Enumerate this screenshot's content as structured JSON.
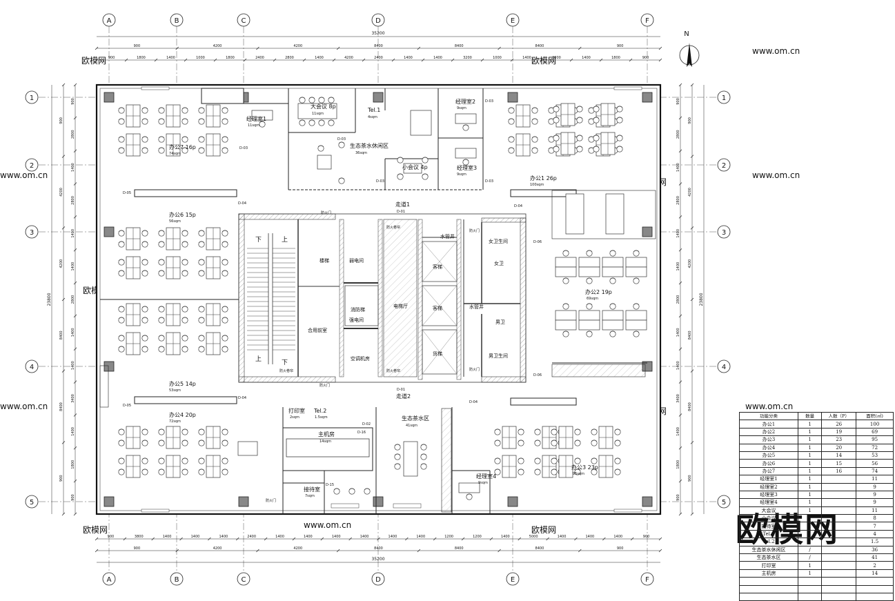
{
  "compass": {
    "label": "N"
  },
  "axes": {
    "columns": [
      "A",
      "B",
      "C",
      "D",
      "E",
      "F"
    ],
    "rows": [
      "1",
      "2",
      "3",
      "4",
      "5"
    ]
  },
  "dims": {
    "total": "35200",
    "top_level1": [
      "900",
      "4200",
      "4200",
      "8400",
      "8400",
      "8400",
      "900"
    ],
    "top_level2": [
      "900",
      "1800",
      "1400",
      "1000",
      "1800",
      "2400",
      "2800",
      "1400",
      "4200",
      "2400",
      "1400",
      "1400",
      "3200",
      "1000",
      "1400",
      "2800",
      "1400",
      "1800",
      "900"
    ],
    "bottom_level2": [
      "900",
      "3800",
      "1400",
      "1400",
      "1400",
      "2400",
      "1400",
      "1400",
      "1400",
      "1400",
      "1400",
      "1400",
      "1200",
      "1200",
      "1400",
      "5000",
      "1400",
      "1400",
      "1400",
      "900"
    ],
    "bottom_level1": [
      "900",
      "4200",
      "4200",
      "8400",
      "8400",
      "8400",
      "900"
    ],
    "left_level1": [
      "900",
      "4200",
      "4200",
      "8400",
      "8400",
      "900"
    ],
    "left_level2": [
      "900",
      "2800",
      "1400",
      "2800",
      "1400",
      "1400",
      "2800",
      "1400",
      "1400",
      "3400",
      "1400",
      "1800",
      "900"
    ],
    "right_level1": [
      "900",
      "4200",
      "4200",
      "8400",
      "8400",
      "900"
    ],
    "right_level2": [
      "900",
      "2800",
      "1400",
      "2800",
      "1400",
      "1400",
      "2800",
      "1400",
      "1400",
      "3400",
      "1400",
      "1800",
      "900"
    ],
    "side_total": "23800"
  },
  "rooms": [
    {
      "name": "经理室1",
      "area": "11sqm"
    },
    {
      "name": "大会议 8p",
      "area": "11sqm"
    },
    {
      "name": "Tel.1",
      "area": "4sqm"
    },
    {
      "name": "经理室2",
      "area": "9sqm"
    },
    {
      "name": "生态茶水休闲区",
      "area": "36sqm"
    },
    {
      "name": "小会议 4p",
      "area": ""
    },
    {
      "name": "经理室3",
      "area": "9sqm"
    },
    {
      "name": "办公7 16p",
      "area": "74sqm"
    },
    {
      "name": "办公1 26p",
      "area": "100sqm"
    },
    {
      "name": "办公6 15p",
      "area": "56sqm"
    },
    {
      "name": "走道1",
      "area": ""
    },
    {
      "name": "楼梯",
      "area": ""
    },
    {
      "name": "弱电间",
      "area": ""
    },
    {
      "name": "强电间",
      "area": ""
    },
    {
      "name": "电梯厅",
      "area": ""
    },
    {
      "name": "水管井",
      "area": ""
    },
    {
      "name": "女卫生间",
      "area": ""
    },
    {
      "name": "女卫",
      "area": ""
    },
    {
      "name": "客梯",
      "area": ""
    },
    {
      "name": "货梯",
      "area": ""
    },
    {
      "name": "合用前室",
      "area": ""
    },
    {
      "name": "消防梯",
      "area": ""
    },
    {
      "name": "空调机房",
      "area": ""
    },
    {
      "name": "水管井",
      "area": ""
    },
    {
      "name": "男卫",
      "area": ""
    },
    {
      "name": "男卫生间",
      "area": ""
    },
    {
      "name": "办公2 19p",
      "area": "69sqm"
    },
    {
      "name": "办公5 14p",
      "area": "53sqm"
    },
    {
      "name": "办公4 20p",
      "area": "72sqm"
    },
    {
      "name": "走道2",
      "area": ""
    },
    {
      "name": "打印室",
      "area": "2sqm"
    },
    {
      "name": "Tel.2",
      "area": "1.5sqm"
    },
    {
      "name": "主机房",
      "area": "14sqm"
    },
    {
      "name": "生态茶水区",
      "area": "41sqm"
    },
    {
      "name": "经理室4",
      "area": "9sqm"
    },
    {
      "name": "办公3 23p",
      "area": "95sqm"
    },
    {
      "name": "接待室",
      "area": "7sqm"
    }
  ],
  "annotations": {
    "doors": [
      "D-03",
      "D-04",
      "D-05",
      "D-06",
      "D-15",
      "D-01",
      "D-02",
      "D-16"
    ],
    "fire_door": "防火门",
    "fire_shutter": "防火卷帘",
    "stair_up": "上",
    "stair_down": "下"
  },
  "watermarks": [
    "欧模网",
    "www.om.cn"
  ],
  "legend": {
    "headers": [
      "功能分类",
      "数量",
      "人数（P）",
      "面积(㎡)"
    ],
    "rows": [
      [
        "办公1",
        "1",
        "26",
        "100"
      ],
      [
        "办公2",
        "1",
        "19",
        "69"
      ],
      [
        "办公3",
        "1",
        "23",
        "95"
      ],
      [
        "办公4",
        "1",
        "20",
        "72"
      ],
      [
        "办公5",
        "1",
        "14",
        "53"
      ],
      [
        "办公6",
        "1",
        "15",
        "56"
      ],
      [
        "办公7",
        "1",
        "16",
        "74"
      ],
      [
        "经理室1",
        "1",
        "",
        "11"
      ],
      [
        "经理室2",
        "1",
        "",
        "9"
      ],
      [
        "经理室3",
        "1",
        "",
        "9"
      ],
      [
        "经理室4",
        "1",
        "",
        "9"
      ],
      [
        "大会议",
        "1",
        "",
        "11"
      ],
      [
        "小会议",
        "1",
        "",
        "8"
      ],
      [
        "接待室",
        "1",
        "",
        "7"
      ],
      [
        "Tel.1",
        "1",
        "",
        "4"
      ],
      [
        "Tel.2",
        "1",
        "",
        "1.5"
      ],
      [
        "生态茶水休闲区",
        "/",
        "",
        "36"
      ],
      [
        "生态茶水区",
        "/",
        "",
        "41"
      ],
      [
        "打印室",
        "1",
        "",
        "2"
      ],
      [
        "主机房",
        "1",
        "",
        "14"
      ],
      [
        "",
        "",
        "",
        ""
      ],
      [
        "",
        "",
        "",
        ""
      ],
      [
        "",
        "",
        "",
        ""
      ]
    ]
  },
  "big_watermark": "欧模网"
}
